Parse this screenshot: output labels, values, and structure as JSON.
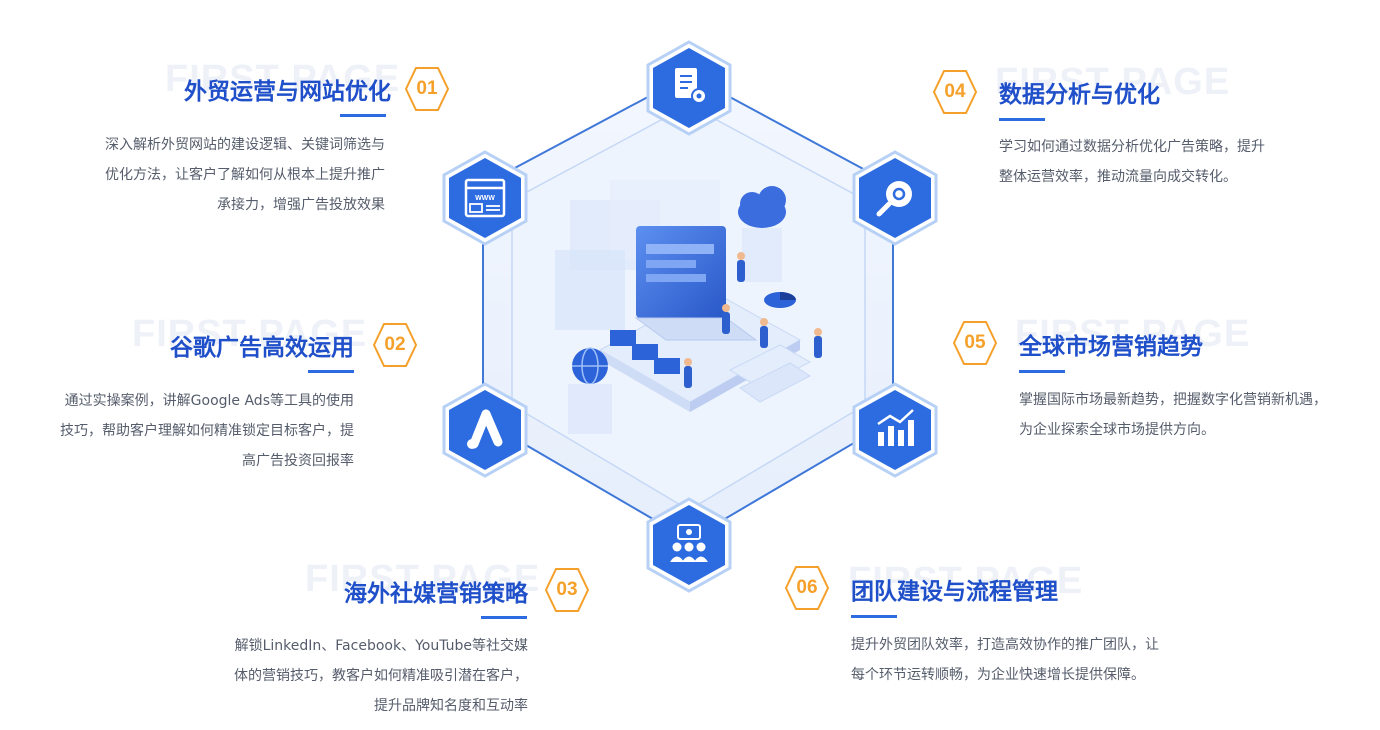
{
  "watermark_text": "FIRST PAGE",
  "sections": [
    {
      "number": "01",
      "title": "外贸运营与网站优化",
      "desc": [
        "深入解析外贸网站的建设逻辑、关键词筛选与",
        "优化方法，让客户了解如何从根本上提升推广",
        "承接力，增强广告投放效果"
      ]
    },
    {
      "number": "02",
      "title": "谷歌广告高效运用",
      "desc": [
        "通过实操案例，讲解Google Ads等工具的使用",
        "技巧，帮助客户理解如何精准锁定目标客户，提",
        "高广告投资回报率"
      ]
    },
    {
      "number": "03",
      "title": "海外社媒营销策略",
      "desc": [
        "解锁LinkedIn、Facebook、YouTube等社交媒",
        "体的营销技巧，教客户如何精准吸引潜在客户，",
        "提升品牌知名度和互动率"
      ]
    },
    {
      "number": "04",
      "title": "数据分析与优化",
      "desc": [
        "学习如何通过数据分析优化广告策略，提升",
        "整体运营效率，推动流量向成交转化。"
      ]
    },
    {
      "number": "05",
      "title": "全球市场营销趋势",
      "desc": [
        "掌握国际市场最新趋势，把握数字化营销新机遇，",
        "为企业探索全球市场提供方向。"
      ]
    },
    {
      "number": "06",
      "title": "团队建设与流程管理",
      "desc": [
        "提升外贸团队效率，打造高效协作的推广团队，让",
        "每个环节运转顺畅，为企业快速增长提供保障。"
      ]
    }
  ],
  "center_icons": [
    "document-gear-icon",
    "browser-www-icon",
    "search-gear-icon",
    "google-ads-icon",
    "bar-chart-icon",
    "team-icon"
  ],
  "colors": {
    "title": "#1f4fc9",
    "badge": "#f5a02a",
    "hex_dark": "#2d6be0",
    "hex_border": "#a9c6f5",
    "desc": "#555c6b"
  }
}
